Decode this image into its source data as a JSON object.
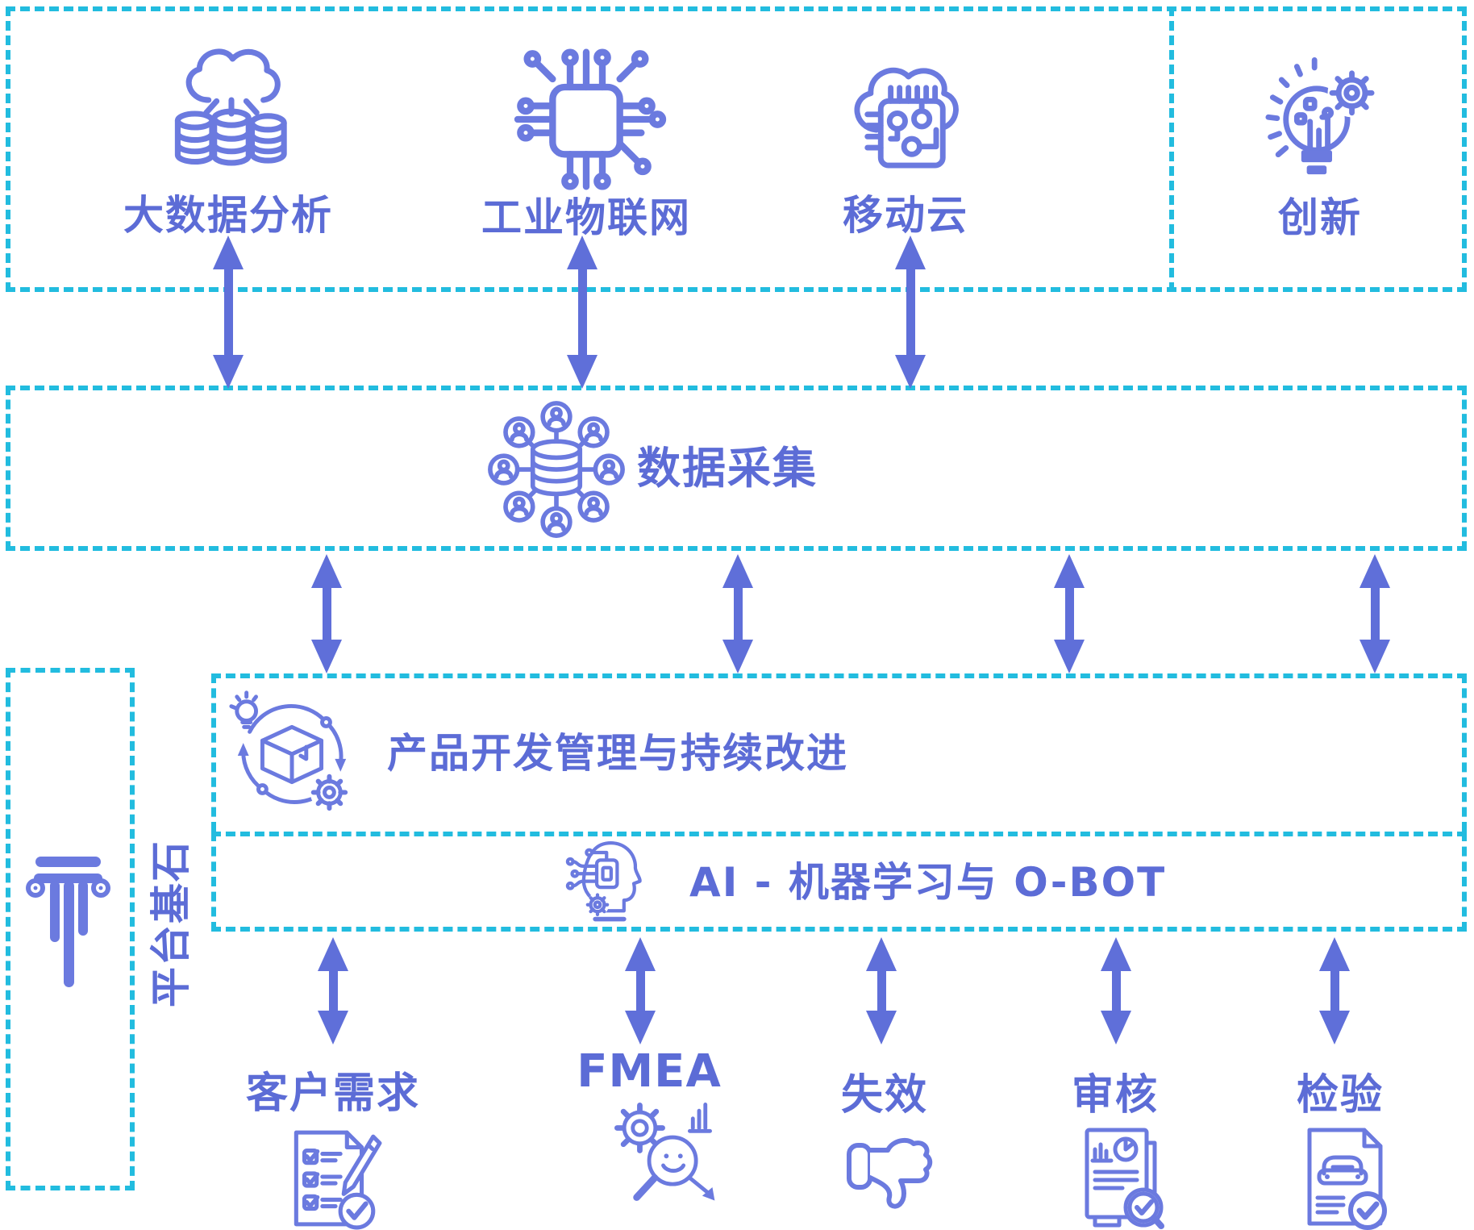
{
  "colors": {
    "accent_blue": "#5F6FD9",
    "text_blue": "#5C6CD6",
    "icon_blue": "#6B7ADF",
    "dashed_cyan": "#22BCDF"
  },
  "top_row": {
    "items": [
      {
        "label": "大数据分析",
        "icon": "big-data-analytics-icon"
      },
      {
        "label": "工业物联网",
        "icon": "industrial-iot-chip-icon"
      },
      {
        "label": "移动云",
        "icon": "mobile-cloud-icon"
      },
      {
        "label": "创新",
        "icon": "innovation-bulb-gear-icon"
      }
    ]
  },
  "data_collection": {
    "label": "数据采集",
    "icon": "data-collection-database-users-icon"
  },
  "platform": {
    "label": "平台基石",
    "icon": "pillar-icon"
  },
  "product_dev": {
    "label": "产品开发管理与持续改进",
    "icon": "product-dev-cycle-icon"
  },
  "ai": {
    "label": "AI - 机器学习与 O-BOT",
    "icon": "ai-head-circuit-icon"
  },
  "bottom_row": {
    "items": [
      {
        "label": "客户需求",
        "icon": "checklist-pencil-icon"
      },
      {
        "label": "FMEA",
        "icon": "fmea-gear-magnifier-icon"
      },
      {
        "label": "失效",
        "icon": "thumbs-down-icon"
      },
      {
        "label": "审核",
        "icon": "audit-report-magnifier-icon"
      },
      {
        "label": "检验",
        "icon": "inspection-car-document-icon"
      }
    ]
  }
}
